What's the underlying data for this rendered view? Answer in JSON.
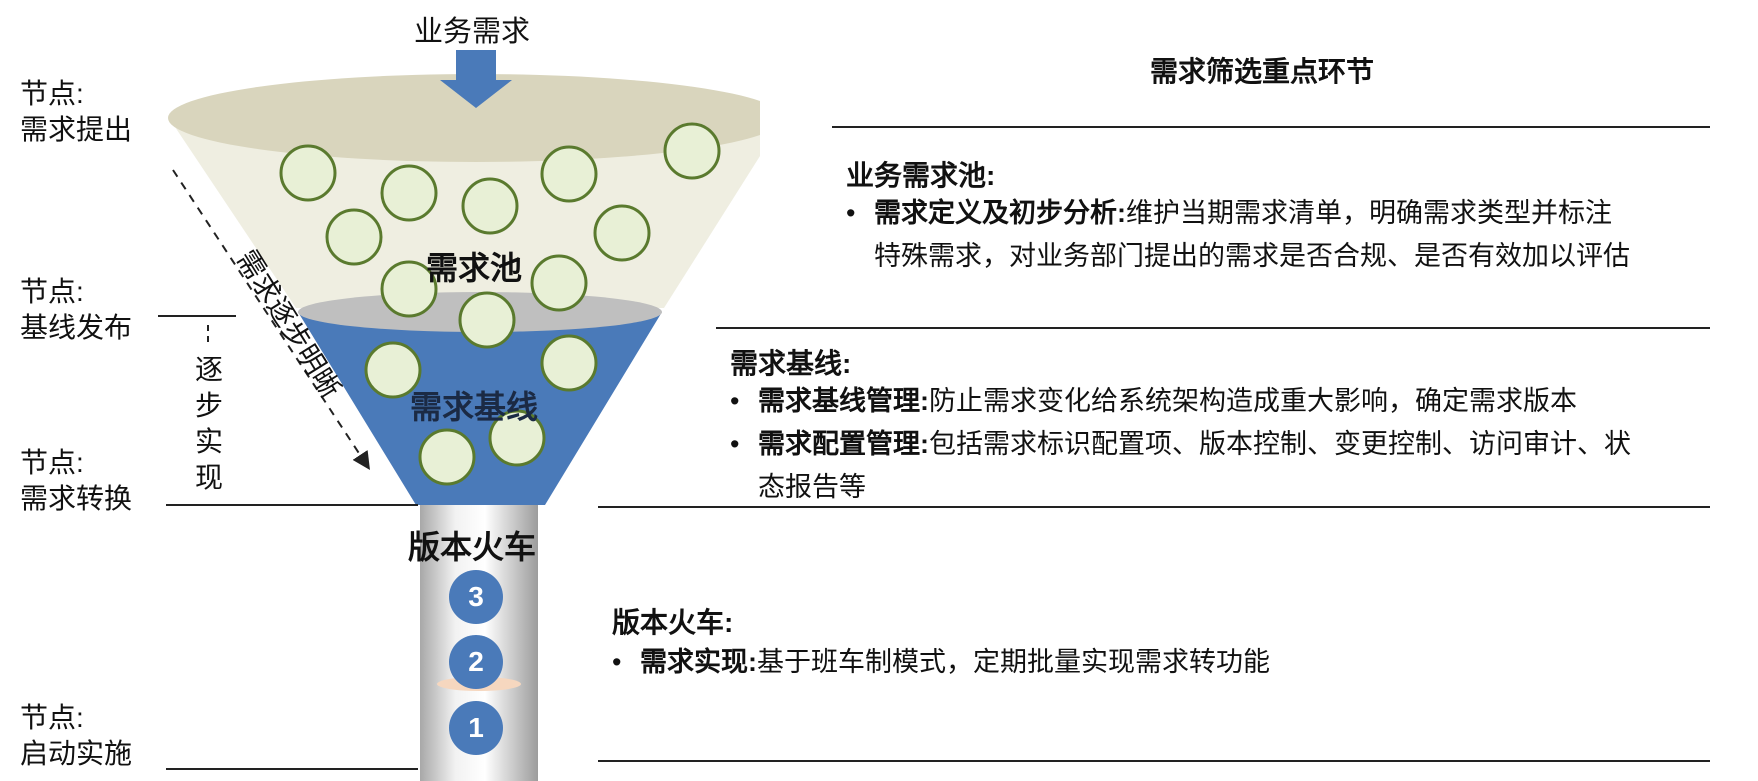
{
  "input_label": "业务需求",
  "funnel": {
    "pool_label": "需求池",
    "baseline_label": "需求基线",
    "train_label": "版本火车",
    "train_steps": [
      "3",
      "2",
      "1"
    ]
  },
  "nodes": [
    {
      "prefix": "节点:",
      "name": "需求提出"
    },
    {
      "prefix": "节点:",
      "name": "基线发布"
    },
    {
      "prefix": "节点:",
      "name": "需求转换"
    },
    {
      "prefix": "节点:",
      "name": "启动实施"
    }
  ],
  "side_notes": {
    "gradual_clarify": "需求逐步明晰",
    "gradual_realize": "逐步实现"
  },
  "right": {
    "title": "需求筛选重点环节",
    "sections": [
      {
        "heading": "业务需求池:",
        "items": [
          {
            "bold": "需求定义及初步分析:",
            "text": "维护当期需求清单，明确需求类型并标注",
            "text2": "特殊需求，对业务部门提出的需求是否合规、是否有效加以评估"
          }
        ]
      },
      {
        "heading": "需求基线:",
        "items": [
          {
            "bold": "需求基线管理:",
            "text": "防止需求变化给系统架构造成重大影响，确定需求版本"
          },
          {
            "bold": "需求配置管理:",
            "text": "包括需求标识配置项、版本控制、变更控制、访问审计、状",
            "text2": "态报告等"
          }
        ]
      },
      {
        "heading": "版本火车:",
        "items": [
          {
            "bold": "需求实现:",
            "text": "基于班车制模式，定期批量实现需求转功能"
          }
        ]
      }
    ]
  },
  "colors": {
    "funnel_top": "#efeee1",
    "funnel_rim": "#d9d5bd",
    "baseline_blue": "#4a7ab9",
    "baseline_rim": "#bfbfbf",
    "bubble_fill": "#e8f0d6",
    "bubble_stroke": "#5a7a2e",
    "arrow_blue": "#4a7ab9",
    "step_circle": "#4a7ab9"
  }
}
